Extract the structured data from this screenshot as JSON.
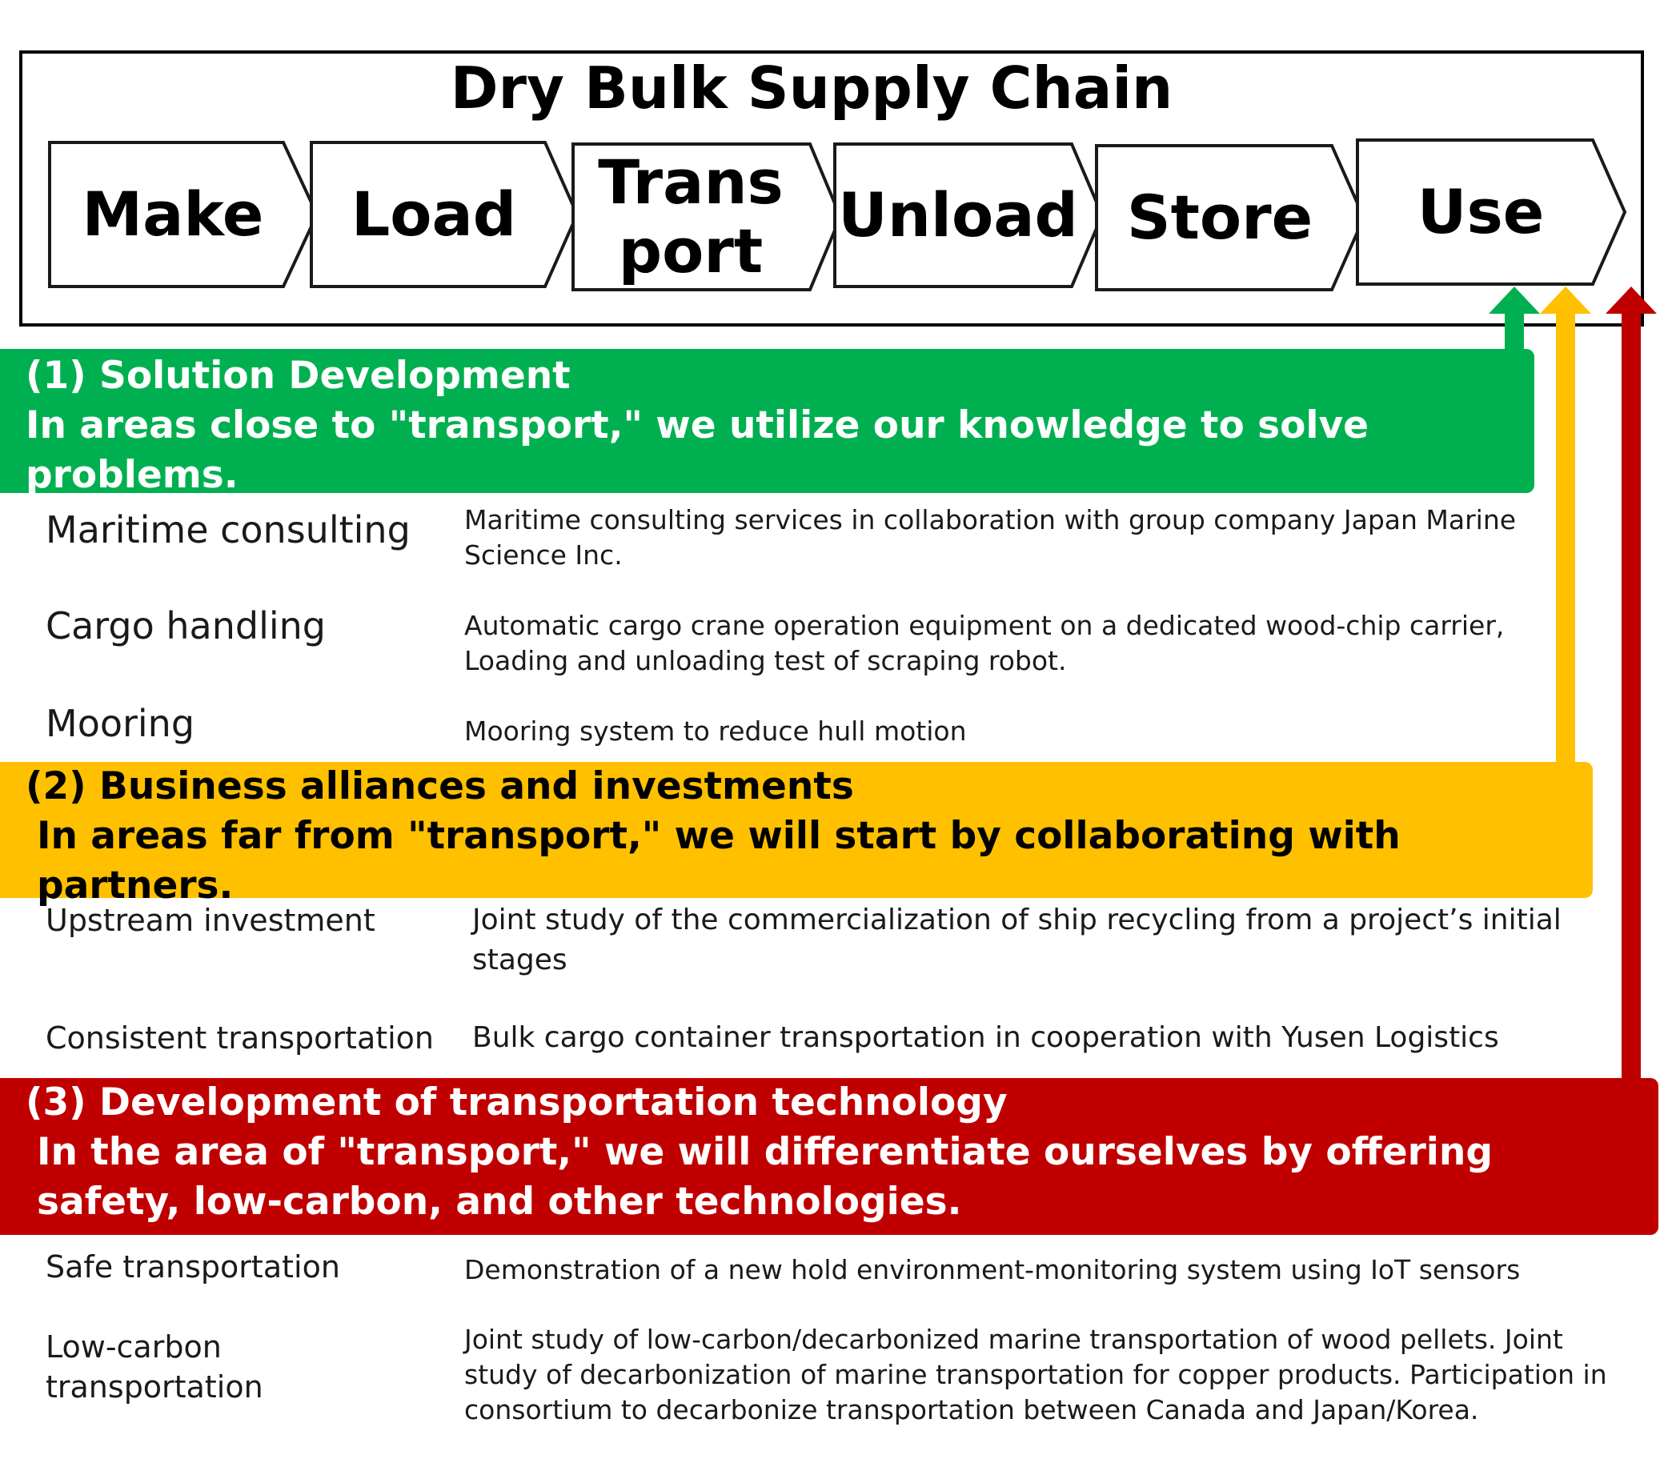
{
  "title": "Dry Bulk Supply Chain",
  "steps": [
    "Make",
    "Load",
    "Transport",
    "Unload",
    "Store",
    "Use"
  ],
  "colors": {
    "solution": "#00b050",
    "business": "#ffc000",
    "technology": "#c00000"
  },
  "sections": [
    {
      "heading": "(1) Solution Development",
      "description": "In areas close to \"transport,\" we utilize our knowledge to solve problems.",
      "items": [
        {
          "name": "Maritime consulting",
          "detail": "Maritime consulting services in collaboration with group company Japan Marine Science Inc."
        },
        {
          "name": "Cargo handling",
          "detail": "Automatic cargo crane operation equipment on a dedicated wood-chip carrier, Loading and unloading test of scraping robot."
        },
        {
          "name": "Mooring",
          "detail": "Mooring system to reduce hull motion"
        }
      ]
    },
    {
      "heading": "(2) Business alliances and investments",
      "description": "In areas far from \"transport,\" we will start by collaborating with partners.",
      "items": [
        {
          "name": "Upstream investment",
          "detail": "Joint study of the commercialization of ship recycling from a project’s initial stages"
        },
        {
          "name": "Consistent transportation",
          "detail": "Bulk cargo container transportation in cooperation with Yusen Logistics"
        }
      ]
    },
    {
      "heading": "(3) Development of transportation technology",
      "description": "In the area of \"transport,\" we will differentiate ourselves by offering safety, low-carbon, and other technologies.",
      "items": [
        {
          "name": "Safe transportation",
          "detail": "Demonstration of a new hold environment-monitoring system using IoT sensors"
        },
        {
          "name": "Low-carbon transportation",
          "detail": "Joint study of low-carbon/decarbonized marine transportation of wood pellets. Joint study of decarbonization of marine transportation for copper products. Participation in consortium to decarbonize transportation between Canada and Japan/Korea."
        }
      ]
    }
  ]
}
